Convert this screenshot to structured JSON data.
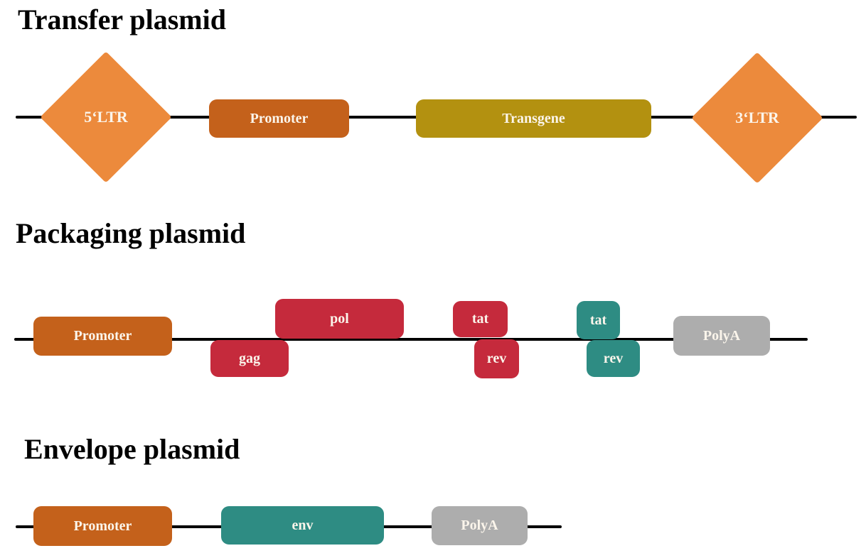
{
  "diagram": {
    "colors": {
      "ltr_orange": "#EC8A3C",
      "promoter_orange": "#C4611B",
      "transgene_gold": "#B39110",
      "gene_crimson": "#C52A3C",
      "gene_teal": "#2E8C83",
      "polya_gray": "#ADADAD",
      "backbone_black": "#000000",
      "label_text": "#FBF5EB"
    },
    "sections": {
      "transfer": {
        "title": "Transfer plasmid",
        "ltr5": "5‘LTR",
        "promoter": "Promoter",
        "transgene": "Transgene",
        "ltr3": "3‘LTR"
      },
      "packaging": {
        "title": "Packaging plasmid",
        "promoter": "Promoter",
        "gag": "gag",
        "pol": "pol",
        "tat1": "tat",
        "rev1": "rev",
        "tat2": "tat",
        "rev2": "rev",
        "polya": "PolyA"
      },
      "envelope": {
        "title": "Envelope plasmid",
        "promoter": "Promoter",
        "env": "env",
        "polya": "PolyA"
      }
    }
  }
}
